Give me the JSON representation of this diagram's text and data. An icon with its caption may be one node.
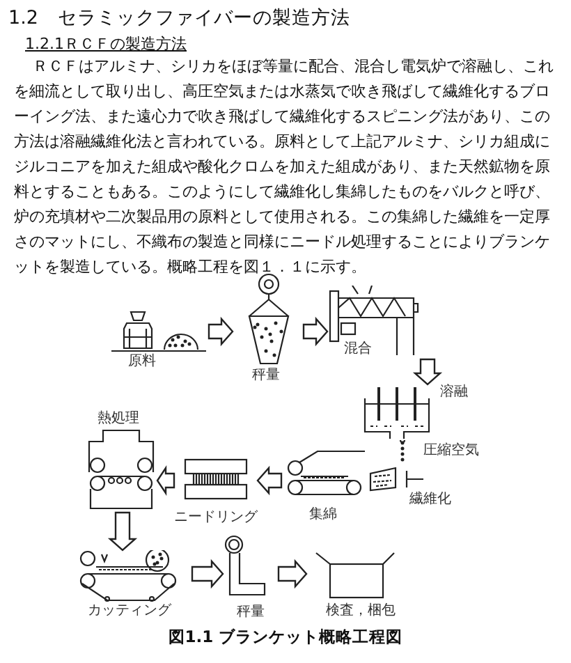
{
  "diagram": {
    "title": "1.2　セラミックファイバーの製造方法",
    "labels": [
      "1.2.1ＲＣＦの製造方法",
      "ＲＣＦはアルミナ、シリカをほぼ等量に配合、混合し電気炉で溶融し、これを細流として取り出し、高圧空気または水蒸気で吹き飛ばして繊維化するブローイング法、また遠心力で吹き飛ばして繊維化するスピニング法があり、この方法は溶融繊維化法と言われている。原料として上記アルミナ、シリカ組成にジルコニアを加えた組成や酸化クロムを加えた組成があり、また天然鉱物を原料とすることもある。このようにして繊維化し集綿したものをバルクと呼び、炉の充填材や二次製品用の原料として使用される。この集綿した繊維を一定厚さのマットにし、不織布の製造と同様にニードル処理することによりブランケットを製造している。概略工程を図１．１に示す。"
    ],
    "caption": "図1.1 ブランケット概略工程図",
    "nodes": [
      {
        "text": [
          "原料"
        ]
      },
      {
        "text": [
          "秤量"
        ]
      },
      {
        "text": [
          "混合"
        ]
      },
      {
        "text": [
          "溶融"
        ]
      },
      {
        "text": [
          "圧縮空気",
          "繊維化"
        ]
      },
      {
        "text": [
          "集綿"
        ]
      },
      {
        "text": [
          "ニードリング"
        ]
      },
      {
        "text": [
          "熱処理"
        ]
      },
      {
        "text": [
          "カッティング"
        ]
      },
      {
        "text": [
          "秤量"
        ]
      },
      {
        "text": [
          "検査，梱包"
        ]
      }
    ],
    "edges": [
      {
        "from": 0,
        "to": 1,
        "arrow": "to"
      },
      {
        "from": 1,
        "to": 2,
        "arrow": "to"
      },
      {
        "from": 2,
        "to": 3,
        "arrow": "to"
      },
      {
        "from": 5,
        "to": 6,
        "arrow": "to"
      },
      {
        "from": 6,
        "to": 7,
        "arrow": "to"
      },
      {
        "from": 7,
        "to": 8,
        "arrow": "to"
      },
      {
        "from": 8,
        "to": 9,
        "arrow": "to"
      },
      {
        "from": 9,
        "to": 10,
        "arrow": "to"
      }
    ]
  }
}
